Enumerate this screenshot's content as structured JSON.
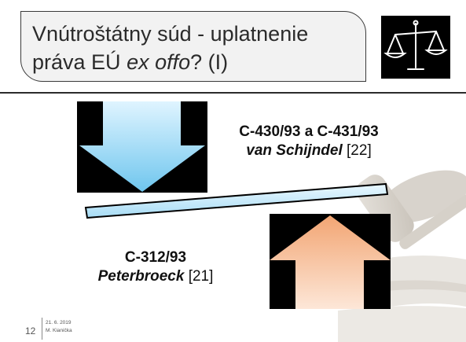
{
  "title": {
    "line1": "Vnútroštátny súd - uplatnenie",
    "line2_prefix": "práva EÚ ",
    "line2_italic": "ex offo",
    "line2_suffix": "? (I)"
  },
  "case_top": {
    "number": "C-430/93 a C-431/93",
    "name": "van Schijndel",
    "ref": "[22]"
  },
  "case_bottom": {
    "number": "C-312/93",
    "name": "Peterbroeck",
    "ref": "[21]"
  },
  "footer": {
    "slide_number": "12",
    "date": "21. 6. 2019",
    "author": "M. Kianička"
  },
  "icons": {
    "top_arrow": "arrow-down-icon",
    "bottom_arrow": "arrow-up-icon",
    "emblem": "scales-of-justice-icon"
  },
  "colors": {
    "arrow_down": "#9fdcf7",
    "arrow_up": "#f4b993",
    "beam": "#c9ecfb",
    "block": "#000000"
  }
}
